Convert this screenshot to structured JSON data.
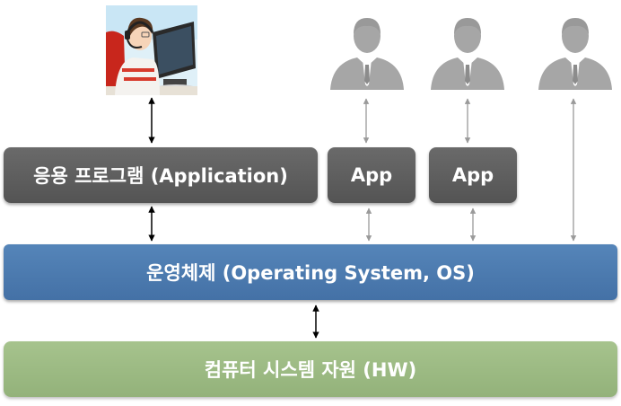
{
  "layers": {
    "application": "응용 프로그램 (Application)",
    "app1": "App",
    "app2": "App",
    "os": "운영체제 (Operating System, OS)",
    "hw": "컴퓨터 시스템 자원 (HW)"
  },
  "icons": {
    "operator": "operator-at-computer-icon",
    "user": "user-silhouette-icon"
  },
  "colors": {
    "app_layer": "#5e5e5e",
    "os_layer": "#4c79ad",
    "hw_layer": "#9dbb84",
    "user_icon": "#a6a6a6"
  }
}
